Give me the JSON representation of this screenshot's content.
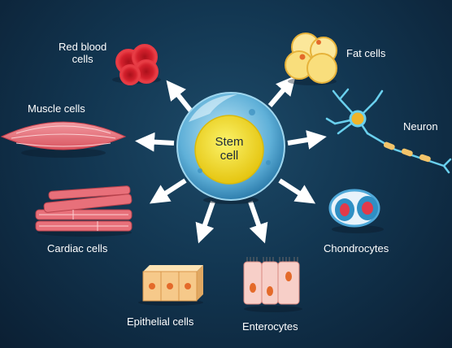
{
  "center": {
    "line1": "Stem",
    "line2": "cell"
  },
  "labels": {
    "red_blood_line1": "Red blood",
    "red_blood_line2": "cells",
    "fat": "Fat cells",
    "muscle": "Muscle cells",
    "neuron": "Neuron",
    "cardiac": "Cardiac cells",
    "chondrocytes": "Chondrocytes",
    "epithelial": "Epithelial cells",
    "enterocytes": "Enterocytes"
  },
  "colors": {
    "background": "#123651",
    "arrow": "#ffffff",
    "nucleus": "#f4df2a",
    "red_cell": "#d3202c",
    "muscle": "#e8707a",
    "fat": "#f5d26a",
    "neuron": "#6ad0ee",
    "epithelial": "#f6c98a"
  }
}
